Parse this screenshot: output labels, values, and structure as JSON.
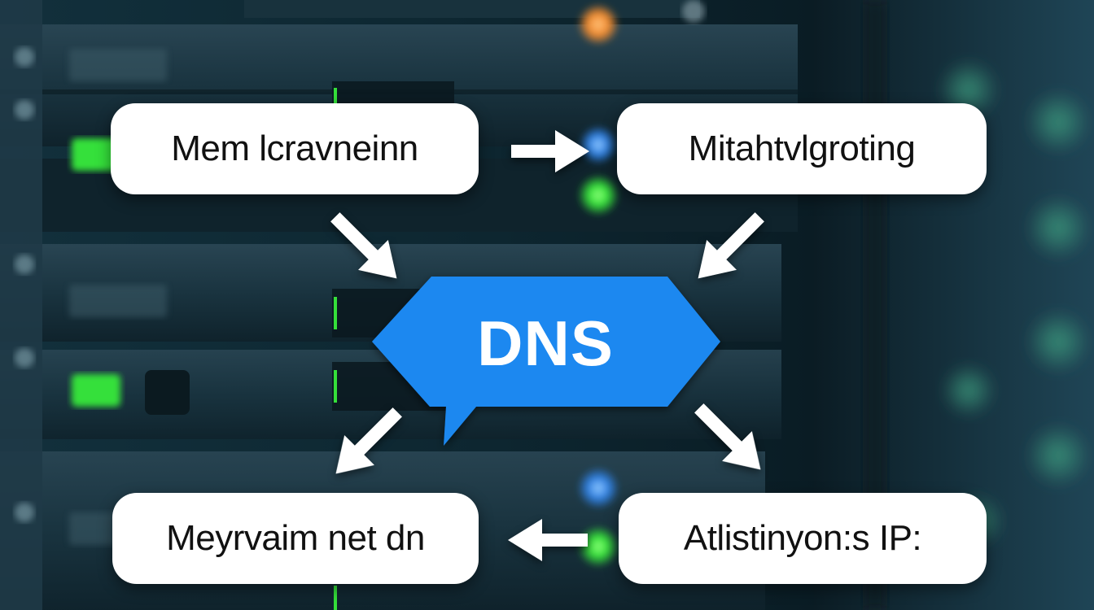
{
  "nodes": {
    "top_left": "Mem lcravneinn",
    "top_right": "Mitahtvlgroting",
    "bottom_left": "Meyrvaim net dn",
    "bottom_right": "Atlistinyon:s IP:",
    "center": "DNS"
  },
  "colors": {
    "dns_bubble": "#1e88f0",
    "box_fill": "#ffffff",
    "arrow": "#ffffff",
    "led_green": "#35e03a",
    "led_blue": "#2e7fe0",
    "led_orange": "#f08a2e"
  },
  "icons": {
    "arrows": "arrow-icon",
    "bubble": "speech-bubble-icon"
  }
}
